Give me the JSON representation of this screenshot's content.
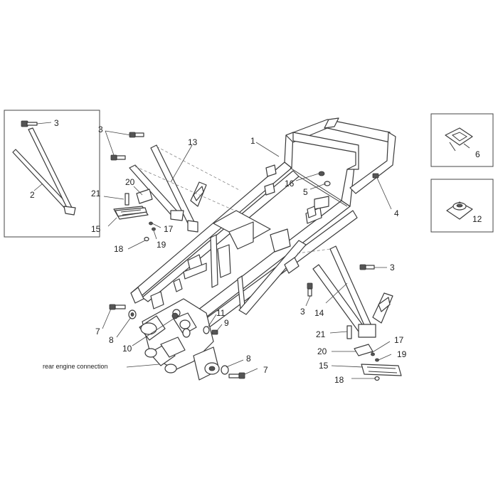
{
  "labels": {
    "n1": "1",
    "n2": "2",
    "n3a": "3",
    "n3b": "3",
    "n3c": "3",
    "n3d": "3",
    "n4": "4",
    "n5": "5",
    "n6": "6",
    "n7a": "7",
    "n7b": "7",
    "n8a": "8",
    "n8b": "8",
    "n9": "9",
    "n10": "10",
    "n11": "11",
    "n12": "12",
    "n13": "13",
    "n14": "14",
    "n15a": "15",
    "n15b": "15",
    "n16": "16",
    "n17a": "17",
    "n17b": "17",
    "n18a": "18",
    "n18b": "18",
    "n19a": "19",
    "n19b": "19",
    "n20a": "20",
    "n20b": "20",
    "n21a": "21",
    "n21b": "21"
  },
  "caption": "rear engine connection"
}
